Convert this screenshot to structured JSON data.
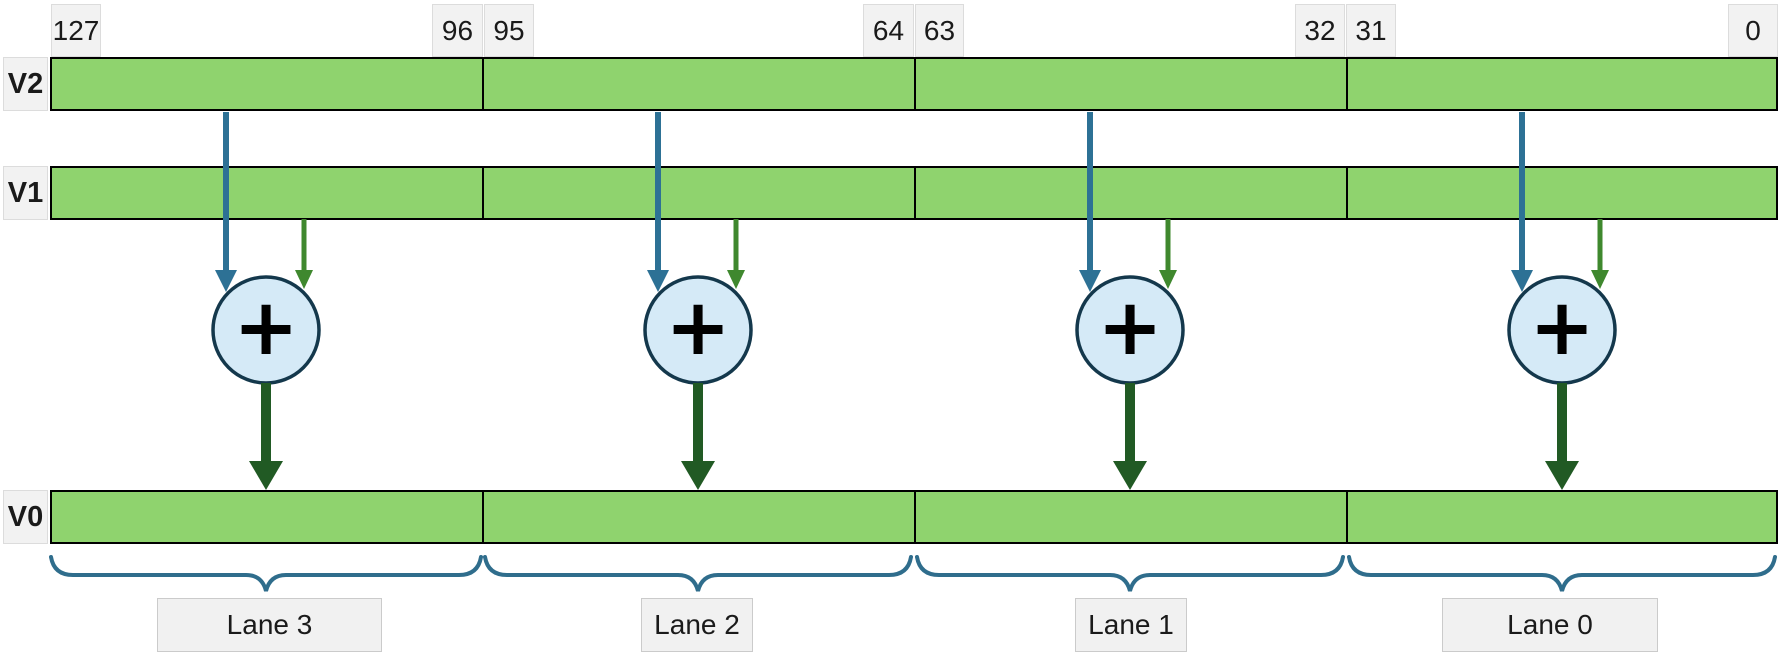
{
  "bit_labels": [
    "127",
    "96",
    "95",
    "64",
    "63",
    "32",
    "31",
    "0"
  ],
  "registers": [
    {
      "name": "V2"
    },
    {
      "name": "V1"
    },
    {
      "name": "V0"
    }
  ],
  "adder_symbol": "+",
  "lanes": [
    {
      "label": "Lane 3"
    },
    {
      "label": "Lane 2"
    },
    {
      "label": "Lane 1"
    },
    {
      "label": "Lane 0"
    }
  ],
  "colors": {
    "register_fill": "#8FD36E",
    "register_border": "#000000",
    "label_box_fill": "#F2F2F2",
    "adder_fill": "#D5EAF7",
    "adder_border": "#14384C",
    "arrow_from_v2": "#2D7195",
    "arrow_from_v1": "#3F882E",
    "arrow_result": "#215A24",
    "brace": "#2F6D8C",
    "text": "#1A1A1A"
  }
}
